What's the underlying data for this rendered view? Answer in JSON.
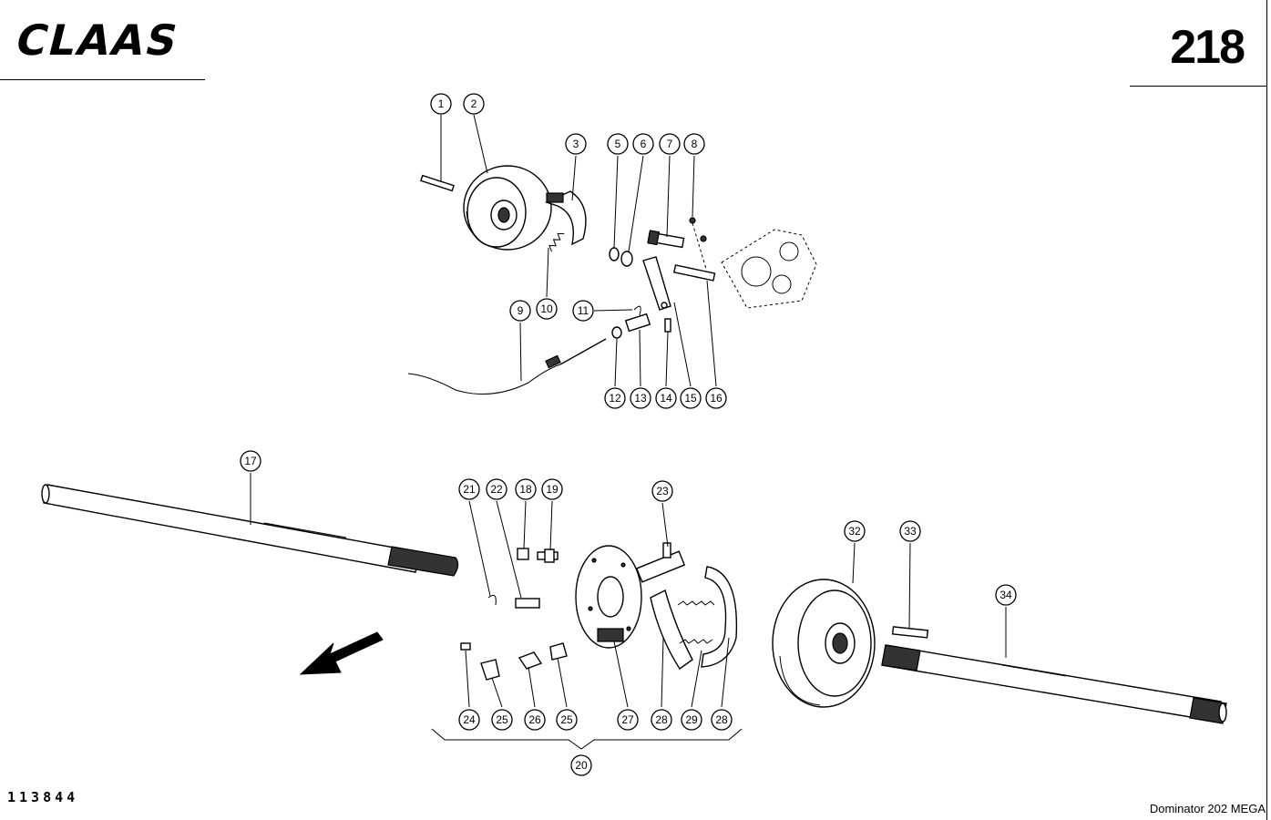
{
  "header": {
    "brand": "CLAAS",
    "page_number": "218"
  },
  "footer": {
    "drawing_number": "113844",
    "model": "Dominator  202 MEGA"
  },
  "callouts": [
    "1",
    "2",
    "3",
    "5",
    "6",
    "7",
    "8",
    "9",
    "10",
    "11",
    "12",
    "13",
    "14",
    "15",
    "16",
    "17",
    "18",
    "19",
    "21",
    "22",
    "23",
    "24",
    "25",
    "26",
    "25",
    "27",
    "28",
    "29",
    "28",
    "32",
    "33",
    "34",
    "20"
  ]
}
